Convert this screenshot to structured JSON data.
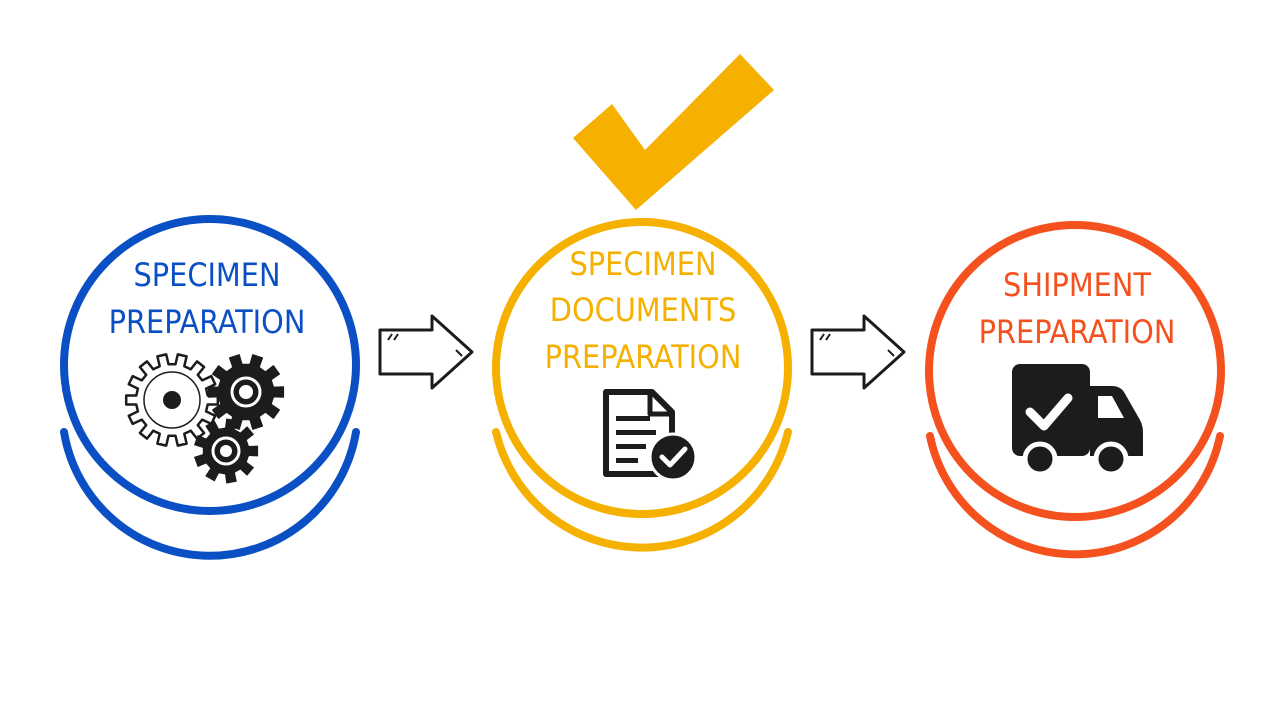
{
  "steps": [
    {
      "id": "specimen-preparation",
      "lines": [
        "SPECIMEN",
        "PREPARATION"
      ],
      "color": "#0b4fc4",
      "icon": "gears-icon"
    },
    {
      "id": "specimen-documents-preparation",
      "lines": [
        "SPECIMEN",
        "DOCUMENTS",
        "PREPARATION"
      ],
      "color": "#f5b000",
      "icon": "document-check-icon",
      "completed": true,
      "badge_icon": "checkmark-icon"
    },
    {
      "id": "shipment-preparation",
      "lines": [
        "SHIPMENT",
        "PREPARATION"
      ],
      "color": "#f4511e",
      "icon": "delivery-truck-check-icon"
    }
  ],
  "connectors": [
    {
      "icon": "arrow-right-icon"
    },
    {
      "icon": "arrow-right-icon"
    }
  ],
  "colors": {
    "background": "#ffffff",
    "icon_dark": "#1c1c1c"
  }
}
